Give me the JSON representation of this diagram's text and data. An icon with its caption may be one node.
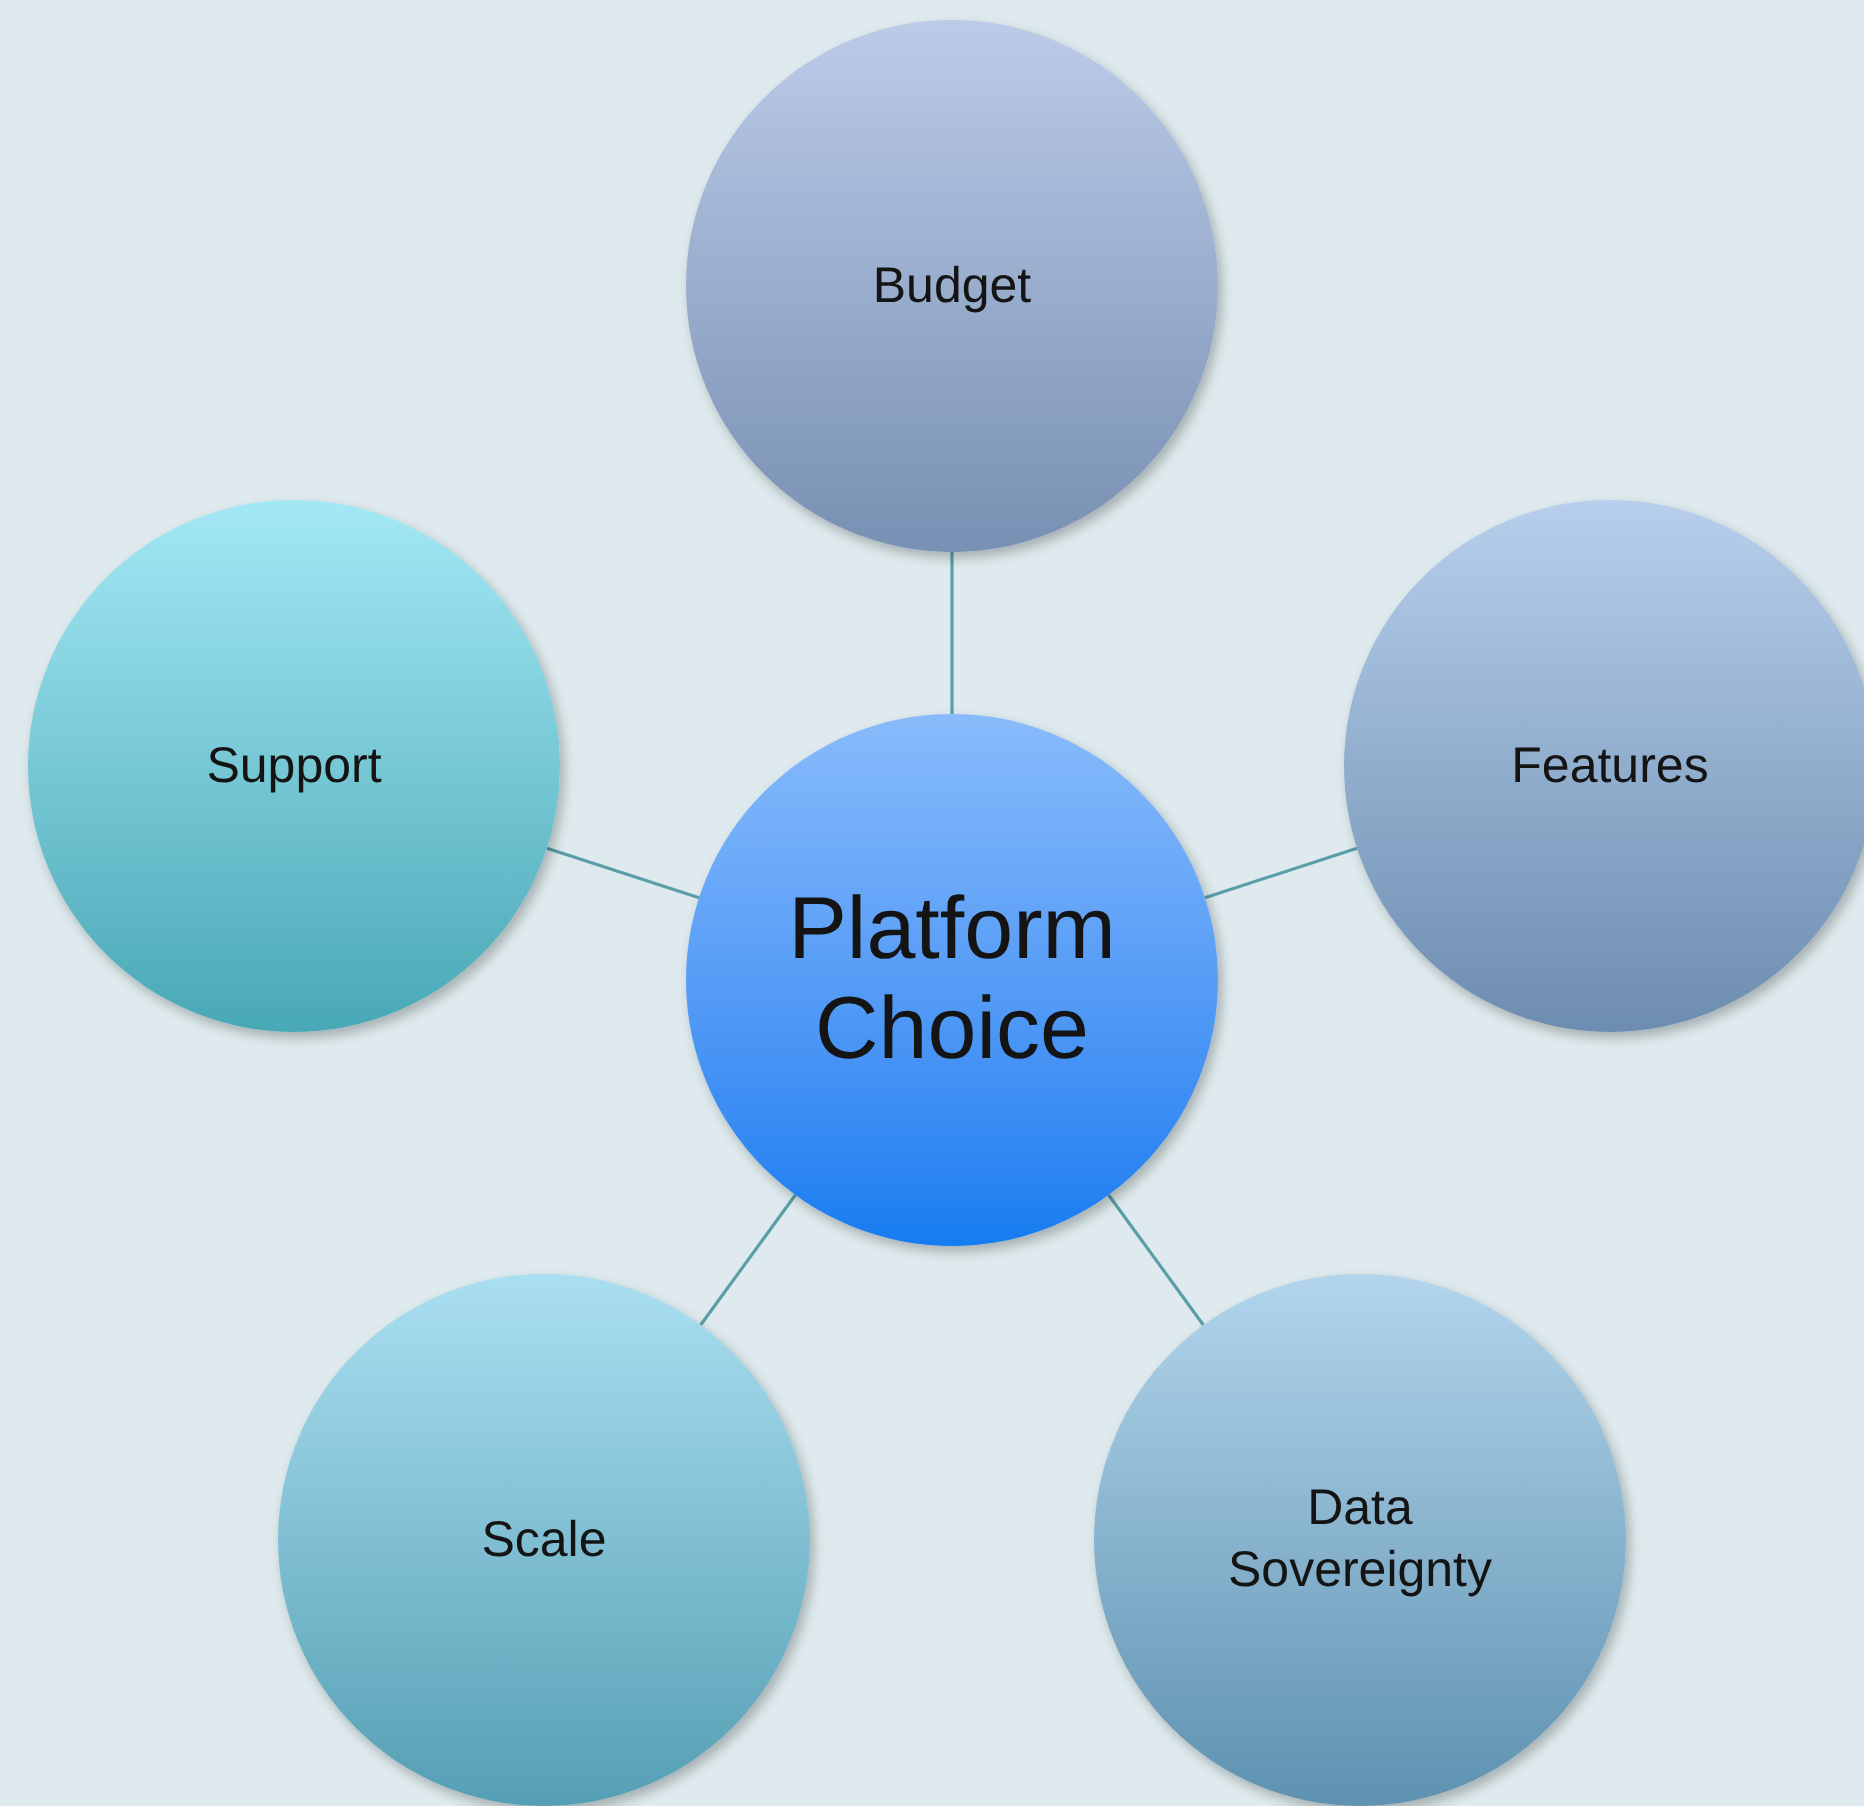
{
  "diagram": {
    "nodes": [
      {
        "text": [
          "Platform Choice"
        ]
      },
      {
        "text": [
          "Budget"
        ]
      },
      {
        "text": [
          "Support"
        ]
      },
      {
        "text": [
          "Features"
        ]
      },
      {
        "text": [
          "Scale"
        ]
      },
      {
        "text": [
          "Data Sovereignty"
        ]
      }
    ],
    "edges": [
      {
        "from": 0,
        "to": 1,
        "arrow": "none"
      },
      {
        "from": 0,
        "to": 2,
        "arrow": "none"
      },
      {
        "from": 0,
        "to": 3,
        "arrow": "none"
      },
      {
        "from": 0,
        "to": 4,
        "arrow": "none"
      },
      {
        "from": 0,
        "to": 5,
        "arrow": "none"
      }
    ]
  }
}
